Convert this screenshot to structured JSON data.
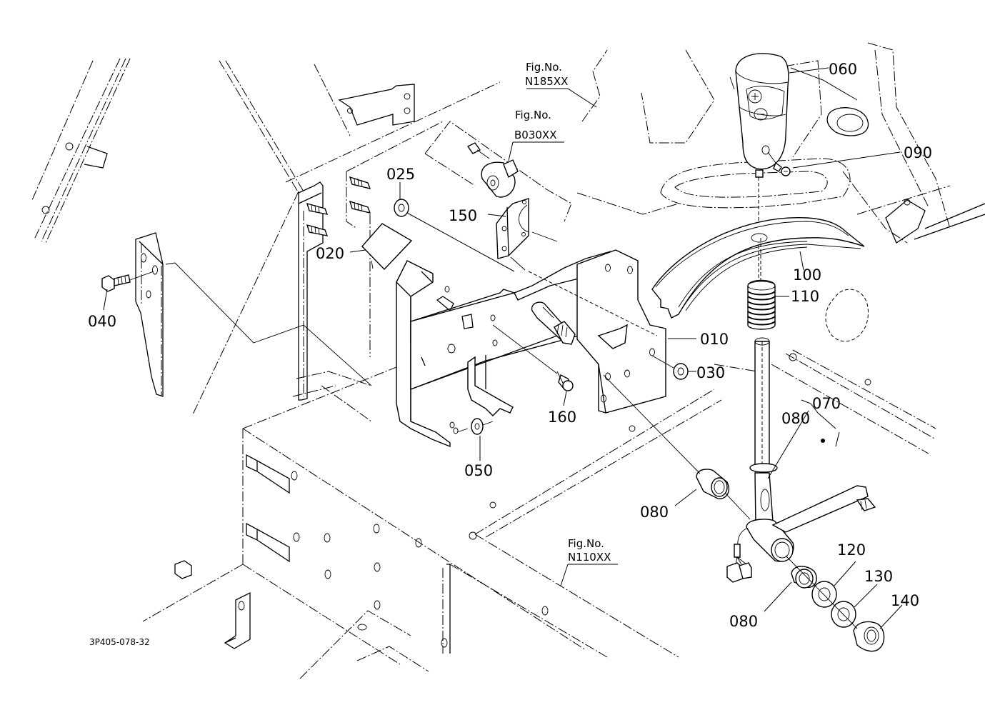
{
  "diagram": {
    "type": "exploded-parts-diagram",
    "drawing_code": "3P405-078-32",
    "figure_references": [
      {
        "id": "fig-n185",
        "caption": "Fig.No.",
        "number": "N185XX"
      },
      {
        "id": "fig-b030",
        "caption": "Fig.No.",
        "number": "B030XX"
      },
      {
        "id": "fig-n110",
        "caption": "Fig.No.",
        "number": "N110XX"
      }
    ],
    "part_labels": [
      {
        "id": "p010",
        "text": "010",
        "part": "main bracket plate"
      },
      {
        "id": "p020",
        "text": "020",
        "part": "rubber pad"
      },
      {
        "id": "p025",
        "text": "025",
        "part": "nut"
      },
      {
        "id": "p030",
        "text": "030",
        "part": "flange nut"
      },
      {
        "id": "p040",
        "text": "040",
        "part": "flange bolt"
      },
      {
        "id": "p050",
        "text": "050",
        "part": "flange nut"
      },
      {
        "id": "p060",
        "text": "060",
        "part": "shift knob"
      },
      {
        "id": "p070",
        "text": "070",
        "part": "shift lever assembly"
      },
      {
        "id": "p080a",
        "text": "080",
        "part": "bushing (assembly callout)"
      },
      {
        "id": "p080b",
        "text": "080",
        "part": "bushing"
      },
      {
        "id": "p080c",
        "text": "080",
        "part": "bushing"
      },
      {
        "id": "p090",
        "text": "090",
        "part": "screw"
      },
      {
        "id": "p100",
        "text": "100",
        "part": "lever guide cover"
      },
      {
        "id": "p110",
        "text": "110",
        "part": "spring boot"
      },
      {
        "id": "p120",
        "text": "120",
        "part": "washer"
      },
      {
        "id": "p130",
        "text": "130",
        "part": "washer"
      },
      {
        "id": "p140",
        "text": "140",
        "part": "nut"
      },
      {
        "id": "p150",
        "text": "150",
        "part": "sensor bracket"
      },
      {
        "id": "p160",
        "text": "160",
        "part": "bolt"
      }
    ]
  }
}
